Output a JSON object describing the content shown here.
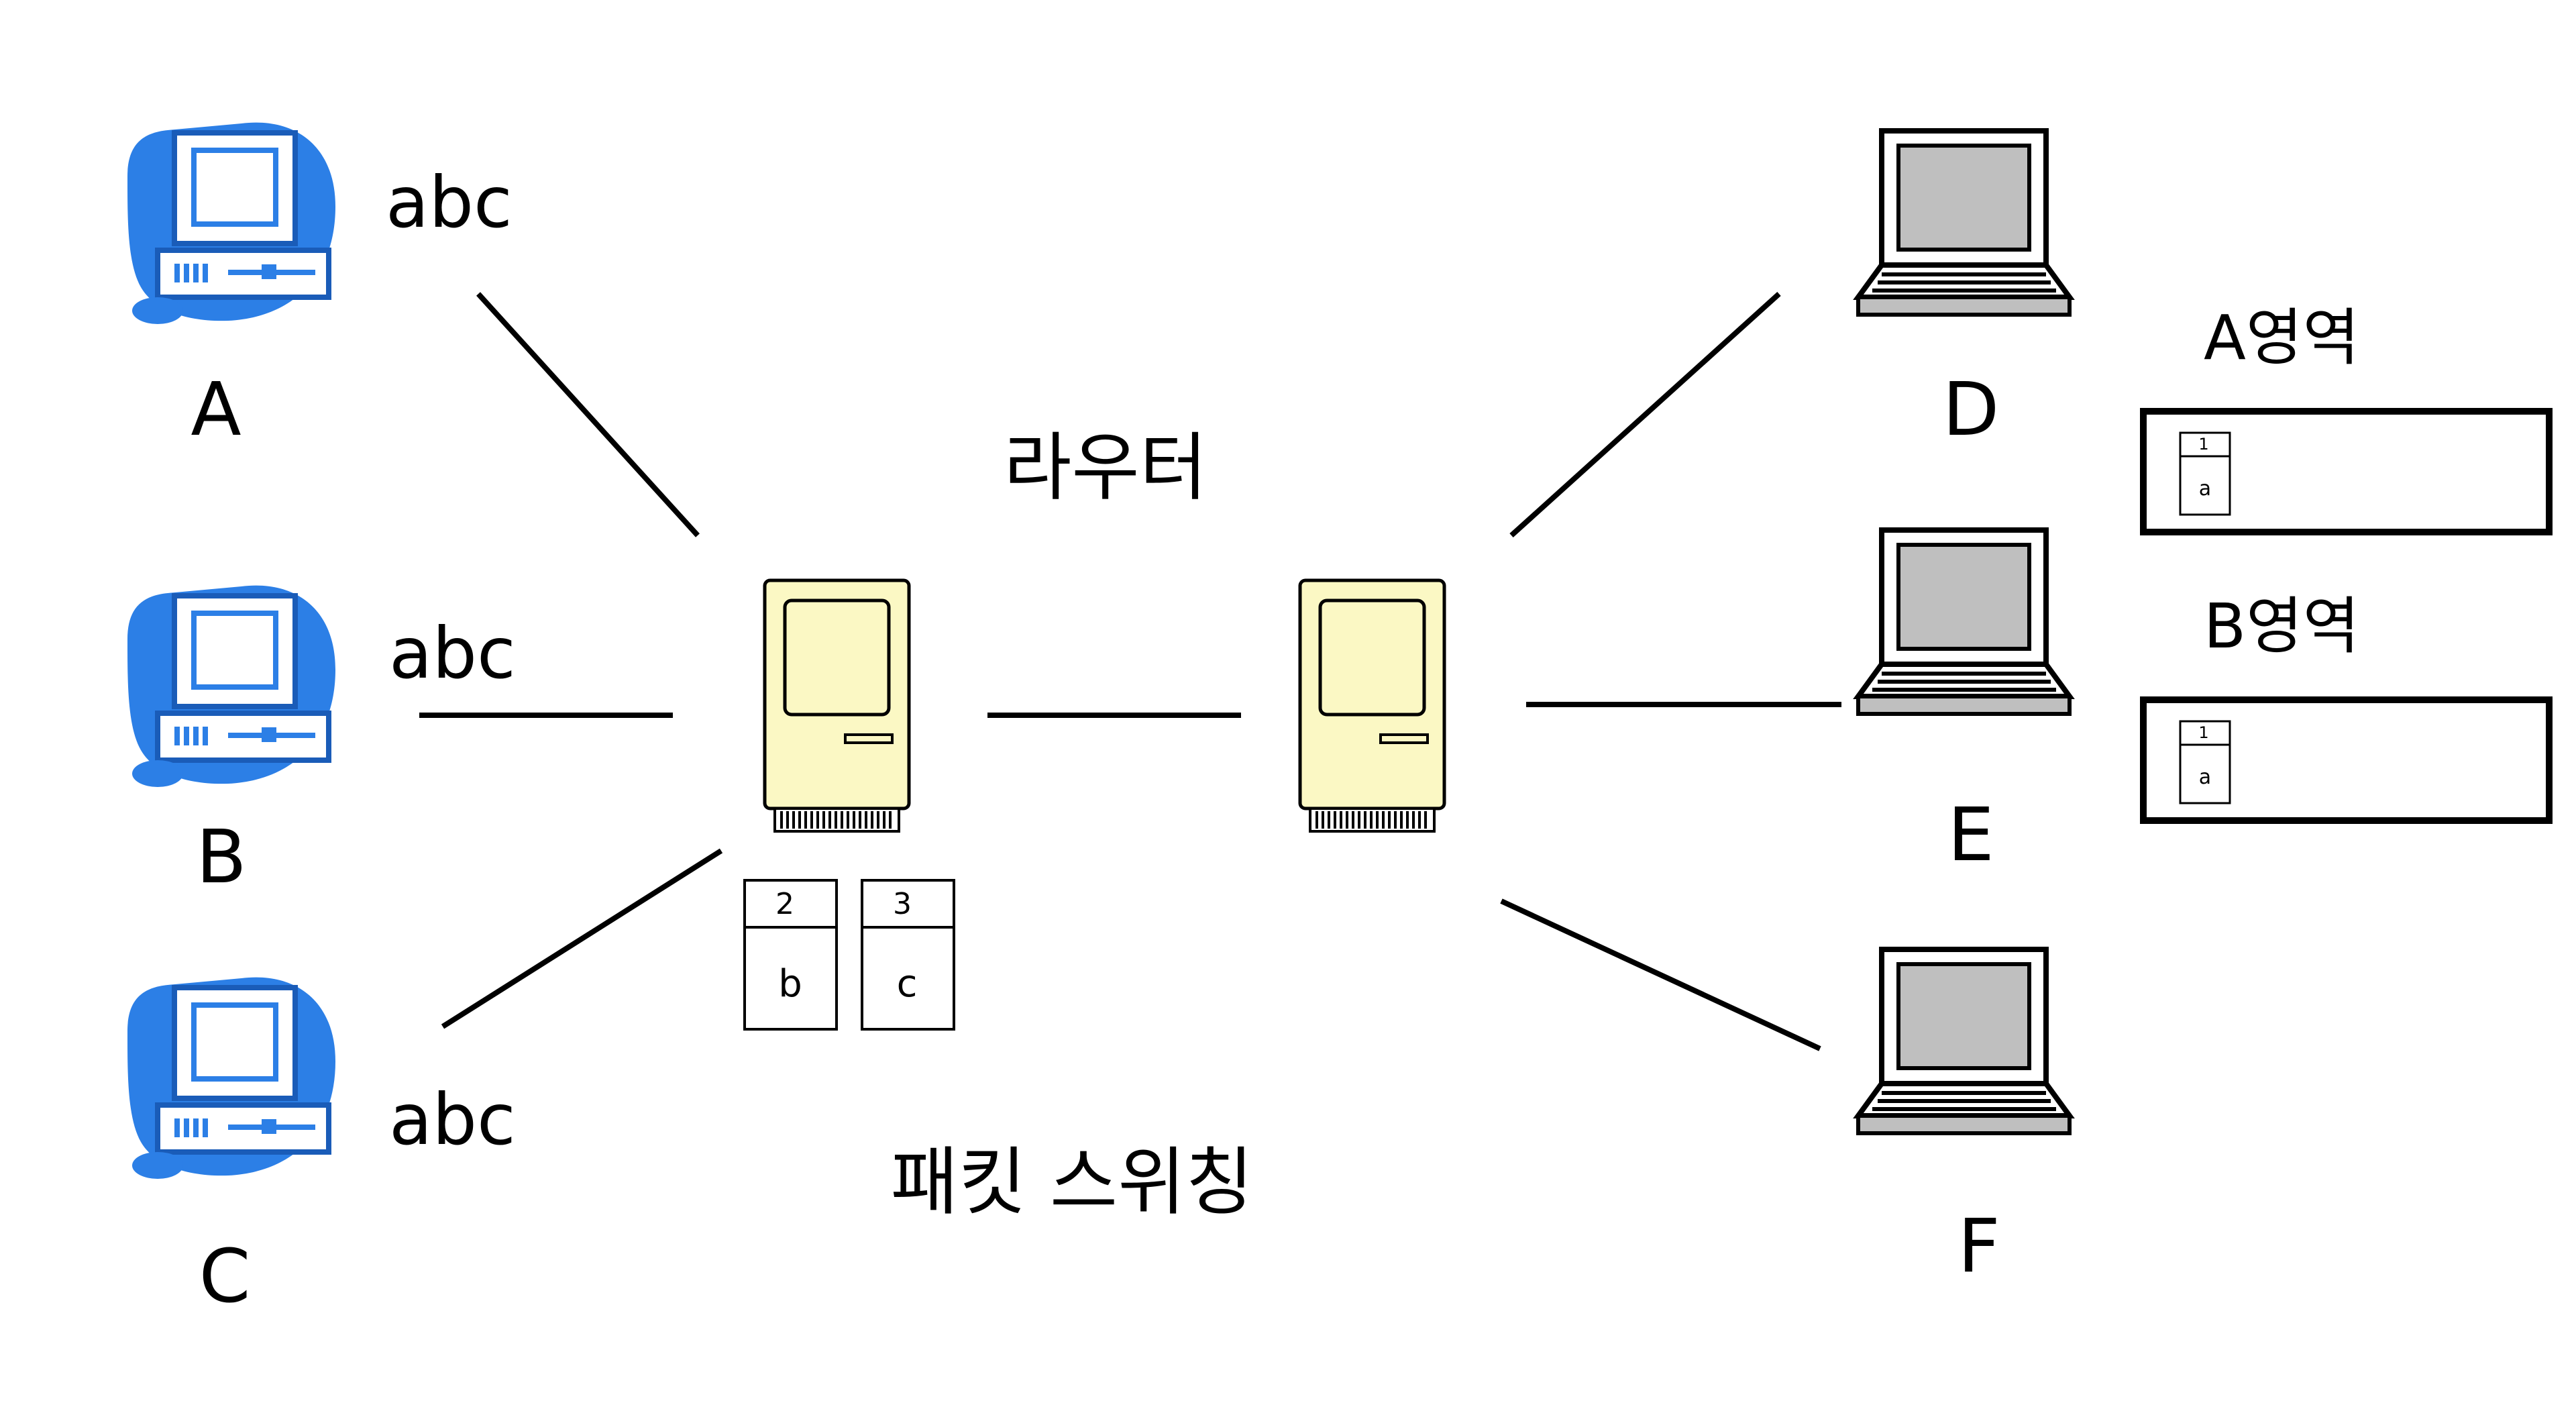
{
  "clients": [
    {
      "name": "A",
      "data": "abc"
    },
    {
      "name": "B",
      "data": "abc"
    },
    {
      "name": "C",
      "data": "abc"
    }
  ],
  "receivers": [
    {
      "name": "D"
    },
    {
      "name": "E"
    },
    {
      "name": "F"
    }
  ],
  "router_label": "라우터",
  "packet_switching_label": "패킷 스위칭",
  "router_packets": [
    {
      "number": "2",
      "content": "b"
    },
    {
      "number": "3",
      "content": "c"
    }
  ],
  "areas": [
    {
      "label": "A영역",
      "packet": {
        "number": "1",
        "content": "a"
      }
    },
    {
      "label": "B영역",
      "packet": {
        "number": "1",
        "content": "a"
      }
    }
  ],
  "colors": {
    "client_blue": "#2c7fe6",
    "router_body": "#fbf8c4",
    "laptop_screen": "#bfbfbf",
    "line": "#000000"
  }
}
